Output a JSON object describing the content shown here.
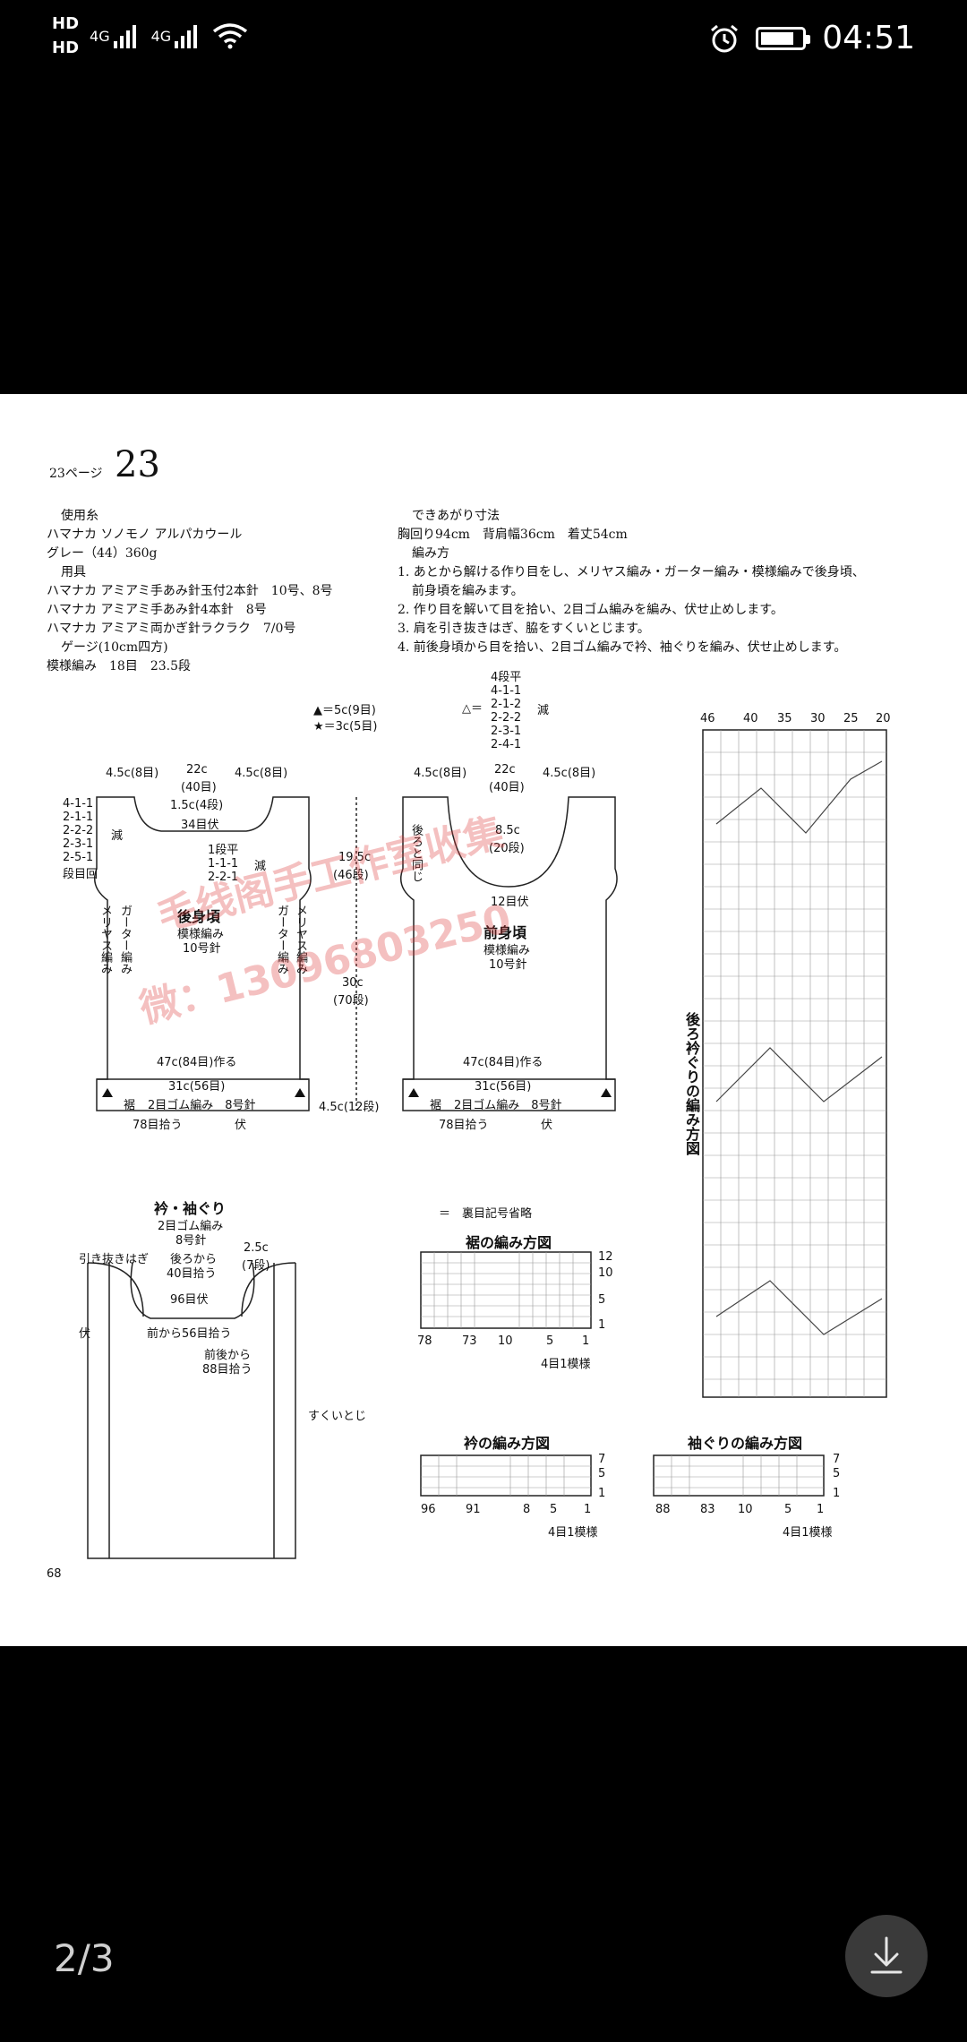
{
  "status_bar": {
    "hd1": "HD",
    "hd2": "HD",
    "net1": "4G",
    "net2": "4G",
    "time": "04:51",
    "icons": [
      "signal-icon",
      "wifi-icon",
      "alarm-icon",
      "battery-icon"
    ]
  },
  "document": {
    "page_ref": "23ページ",
    "pattern_no": "23",
    "materials": [
      "使用糸",
      "ハマナカ ソノモノ アルパカウール",
      "グレー（44）360g",
      "用具",
      "ハマナカ アミアミ手あみ針玉付2本針　10号、8号",
      "ハマナカ アミアミ手あみ針4本針　8号",
      "ハマナカ アミアミ両かぎ針ラクラク　7/0号",
      "ゲージ(10cm四方)",
      "模様編み　18目　23.5段"
    ],
    "instructions": [
      "できあがり寸法",
      "胸回り94cm　背肩幅36cm　着丈54cm",
      "編み方",
      "1. あとから解ける作り目をし、メリヤス編み・ガーター編み・模様編みで後身頃、",
      "前身頃を編みます。",
      "2. 作り目を解いて目を拾い、2目ゴム編みを編み、伏せ止めします。",
      "3. 肩を引き抜きはぎ、脇をすくいとじます。",
      "4. 前後身頃から目を拾い、2目ゴム編みで衿、袖ぐりを編み、伏せ止めします。"
    ],
    "page_number": "68"
  },
  "diagram": {
    "legend": {
      "triangle": "▲＝5c(9目)",
      "star": "★＝3c(5目)",
      "open_triangle": "△＝",
      "open_tri_rows": [
        "4段平",
        "4-1-1",
        "2-1-2",
        "2-2-2",
        "2-3-1",
        "2-4-1"
      ],
      "open_tri_side": "減"
    },
    "back": {
      "shoulder_l": "4.5c(8目)",
      "neck": "22c",
      "neck_st": "(40目)",
      "shoulder_r": "4.5c(8目)",
      "neck_depth": "1.5c(4段)",
      "bind_off": "34目伏",
      "armhole_rows": [
        "4-1-1",
        "2-1-1",
        "2-2-2",
        "2-3-1",
        "2-5-1"
      ],
      "decrease": "減",
      "row_index": "段目回",
      "neck_rows": [
        "1段平",
        "1-1-1",
        "2-2-1"
      ],
      "neck_decrease": "減",
      "title": "後身頃",
      "subtitle": "模様編み",
      "needle": "10号針",
      "cast_on": "47c(84目)作る",
      "width": "31c(56目)",
      "rib_label": "裾",
      "rib": "2目ゴム編み　8号針",
      "pickup": "78目拾う",
      "bind": "伏",
      "side_l1": "メリヤス編み",
      "side_l2": "ガーター編み",
      "side_r1": "ガーター編み",
      "side_r2": "メリヤス編み"
    },
    "heights": {
      "armhole": "19.5c",
      "armhole_rows": "(46段)",
      "body": "30c",
      "body_rows": "(70段)",
      "rib": "4.5c(12段)"
    },
    "front": {
      "shoulder_l": "4.5c(8目)",
      "neck": "22c",
      "neck_st": "(40目)",
      "shoulder_r": "4.5c(8目)",
      "neck_depth": "8.5c",
      "neck_depth_rows": "(20段)",
      "same_as_back": "後ろと同じ",
      "bind_off": "12目伏",
      "title": "前身頃",
      "subtitle": "模様編み",
      "needle": "10号針",
      "cast_on": "47c(84目)作る",
      "width": "31c(56目)",
      "rib_label": "裾",
      "rib": "2目ゴム編み　8号針",
      "pickup": "78目拾う",
      "bind": "伏"
    },
    "collar": {
      "title": "衿・袖ぐり",
      "subtitle": "2目ゴム編み",
      "needle": "8号針",
      "slip_join": "引き抜きはぎ",
      "from_back": "後ろから",
      "back_pickup": "40目拾う",
      "depth": "2.5c",
      "depth_rows": "(7段)",
      "bind_off": "96目伏",
      "front_pickup": "前から56目拾う",
      "bind": "伏",
      "sleeve_from": "前後から",
      "sleeve_pickup": "88目拾う",
      "side_seam": "すくいとじ"
    },
    "chart_hem": {
      "legend": "＝　裏目記号省略",
      "title": "裾の編み方図",
      "x_labels": [
        "78",
        "73",
        "10",
        "5",
        "1"
      ],
      "y_labels": [
        "12",
        "10",
        "5",
        "1"
      ],
      "repeat": "4目1模様"
    },
    "chart_collar": {
      "title": "衿の編み方図",
      "x_labels": [
        "96",
        "91",
        "8",
        "5",
        "1"
      ],
      "y_labels": [
        "7",
        "5",
        "1"
      ],
      "repeat": "4目1模様"
    },
    "chart_sleeve": {
      "title": "袖ぐりの編み方図",
      "x_labels": [
        "88",
        "83",
        "10",
        "5",
        "1"
      ],
      "y_labels": [
        "7",
        "5",
        "1"
      ],
      "repeat": "4目1模様"
    },
    "chart_back_neck": {
      "title": "後ろ衿ぐりの編み方図",
      "col_labels": [
        "46",
        "40",
        "35",
        "30",
        "25",
        "20"
      ]
    }
  },
  "watermark": {
    "line1": "毛线阁手工作室收集",
    "line2": "微：13096803250"
  },
  "viewer": {
    "pager": "2/3",
    "download_icon": "download-icon"
  }
}
